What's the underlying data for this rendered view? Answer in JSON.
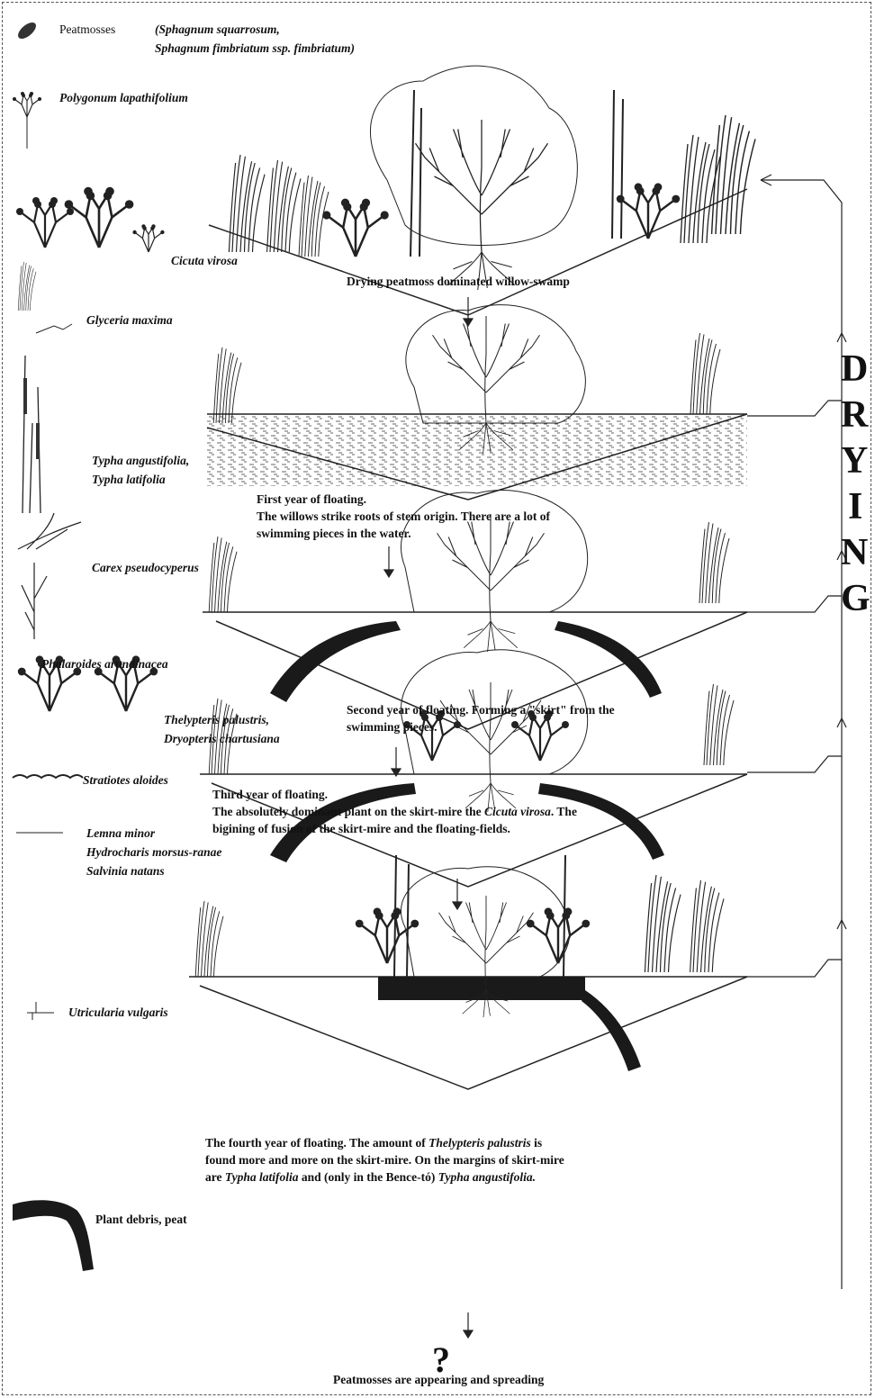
{
  "legend": {
    "peatmosses_label": "Peatmosses",
    "peatmosses_species_1": "(Sphagnum squarrosum,",
    "peatmosses_species_2": "Sphagnum fimbriatum ssp. fimbriatum)",
    "polygonum": "Polygonum lapathifolium",
    "cicuta": "Cicuta virosa",
    "glyceria": "Glyceria maxima",
    "typha_1": "Typha angustifolia,",
    "typha_2": "Typha latifolia",
    "carex": "Carex pseudocyperus",
    "phalaroides": "Phalaroides arundinacea",
    "thelypteris_1": "Thelypteris palustris,",
    "thelypteris_2": "Dryopteris chartusiana",
    "stratiotes": "Stratiotes aloides",
    "lemna_1": "Lemna minor",
    "lemna_2": "Hydrocharis morsus-ranae",
    "lemna_3": "Salvinia natans",
    "utricularia": "Utricularia vulgaris",
    "debris": "Plant debris, peat"
  },
  "captions": {
    "stage1": "Drying peatmoss dominated willow-swamp",
    "stage2_line1": "First year of floating.",
    "stage2_line2": "The willows strike roots of stem origin. There are a lot of",
    "stage2_line3": "swimming pieces in the water.",
    "stage3_line1": "Second year of floating. Forming a \"skirt\" from the",
    "stage3_line2": "swimming pieces.",
    "stage4_line1": "Third year of floating.",
    "stage4_line2_a": "The absolutely dominant plant on the skirt-mire the ",
    "stage4_line2_b": "Cicuta virosa",
    "stage4_line2_c": ". The",
    "stage4_line3": "bigining of fusion of the skirt-mire and the floating-fields.",
    "stage5_line1_a": "The fourth year of floating. The amount of ",
    "stage5_line1_b": "Thelypteris palustris",
    "stage5_line1_c": " is",
    "stage5_line2": "found more and more on the skirt-mire.  On the margins of skirt-mire",
    "stage5_line3_a": "are ",
    "stage5_line3_b": "Typha latifolia",
    "stage5_line3_c": " and (only in the Bence-tó) ",
    "stage5_line3_d": "Typha angustifolia.",
    "question": "?",
    "final": "Peatmosses are appearing and spreading"
  },
  "side_word": [
    "D",
    "R",
    "Y",
    "I",
    "N",
    "G"
  ]
}
